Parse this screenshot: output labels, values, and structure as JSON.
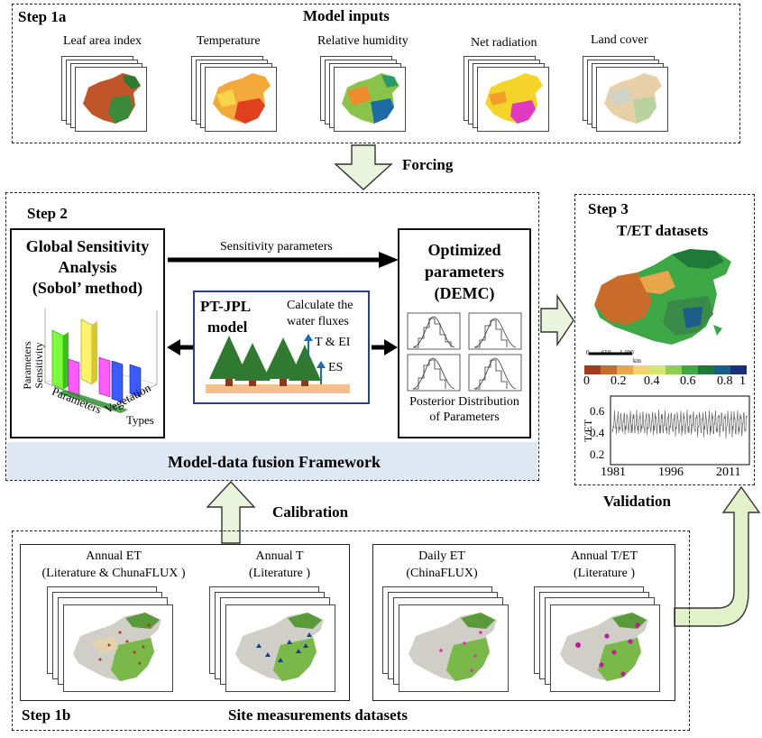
{
  "step1a": {
    "step_label": "Step 1a",
    "title": "Model inputs",
    "inputs": [
      {
        "label": "Leaf area index"
      },
      {
        "label": "Temperature"
      },
      {
        "label": "Relative humidity"
      },
      {
        "label": "Net radiation"
      },
      {
        "label": "Land cover"
      }
    ]
  },
  "forcing_label": "Forcing",
  "step2": {
    "step_label": "Step 2",
    "gsa_title": [
      "Global Sensitivity",
      "Analysis",
      "(Sobol’ method)"
    ],
    "gsa_axes": {
      "z": "Parameters Sensitivity",
      "x": "Parameters",
      "y": "Vegetation",
      "y2": "Types"
    },
    "sensitivity_label": "Sensitivity parameters",
    "ptjpl": {
      "title1": "PT-JPL",
      "title2": "model",
      "desc1": "Calculate the",
      "desc2": "water fluxes",
      "t_ei": "T & EI",
      "es": "ES"
    },
    "opt_title": [
      "Optimized",
      "parameters",
      "(DEMC)"
    ],
    "posterior_label": [
      "Posterior Distribution",
      "of Parameters"
    ],
    "framework_label": "Model-data fusion Framework"
  },
  "step3": {
    "step_label": "Step 3",
    "title": "T/ET datasets",
    "scale_ticks": [
      "0",
      "650",
      "1,300"
    ],
    "scale_unit": "km",
    "colorbar_ticks": [
      "0",
      "0.2",
      "0.4",
      "0.6",
      "0.8",
      "1"
    ],
    "ts_ylabel": "T/ET",
    "ts_yticks": [
      "0.2",
      "0.4",
      "0.6"
    ],
    "ts_xticks": [
      "1981",
      "1996",
      "2011"
    ],
    "colorbar_colors": [
      "#a63a1f",
      "#c96b2a",
      "#e8a64a",
      "#f2d46a",
      "#d6e86a",
      "#8fcf4f",
      "#3fa846",
      "#1f7a3a",
      "#1e5c8a",
      "#1a2f7a"
    ]
  },
  "validation_label": "Validation",
  "calibration_label": "Calibration",
  "step1b": {
    "step_label": "Step 1b",
    "title": "Site measurements datasets",
    "datasets": [
      {
        "line1": "Annual ET",
        "line2": "(Literature & ChunaFLUX )"
      },
      {
        "line1": "Annual T",
        "line2": "(Literature )"
      },
      {
        "line1": "Daily ET",
        "line2": "(ChinaFLUX)"
      },
      {
        "line1": "Annual T/ET",
        "line2": "(Literature )"
      }
    ]
  }
}
